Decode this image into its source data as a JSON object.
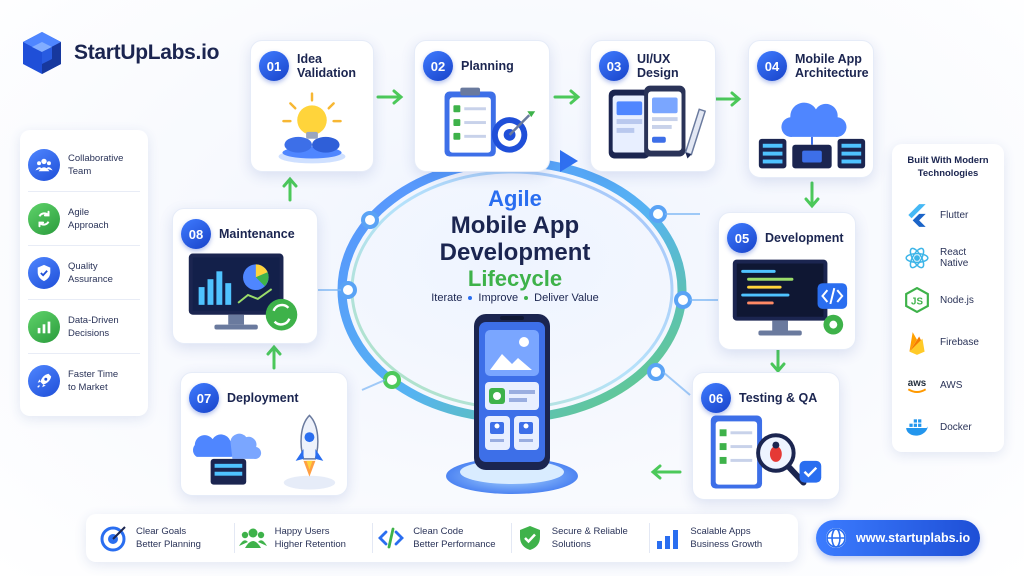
{
  "brand": {
    "name": "StartUpLabs.io"
  },
  "center": {
    "line1": "Agile",
    "line2": "Mobile App",
    "line3": "Development",
    "line4": "Lifecycle",
    "tagline": [
      "Iterate",
      "Improve",
      "Deliver Value"
    ]
  },
  "steps": [
    {
      "num": "01",
      "title": "Idea\nValidation"
    },
    {
      "num": "02",
      "title": "Planning"
    },
    {
      "num": "03",
      "title": "UI/UX\nDesign"
    },
    {
      "num": "04",
      "title": "Mobile App\nArchitecture"
    },
    {
      "num": "05",
      "title": "Development"
    },
    {
      "num": "06",
      "title": "Testing & QA"
    },
    {
      "num": "07",
      "title": "Deployment"
    },
    {
      "num": "08",
      "title": "Maintenance"
    }
  ],
  "left_panel": [
    {
      "label": "Collaborative\nTeam",
      "icon": "team-icon"
    },
    {
      "label": "Agile\nApproach",
      "icon": "cycle-icon"
    },
    {
      "label": "Quality\nAssurance",
      "icon": "shield-check-icon"
    },
    {
      "label": "Data-Driven\nDecisions",
      "icon": "bar-chart-icon"
    },
    {
      "label": "Faster Time\nto Market",
      "icon": "rocket-icon"
    }
  ],
  "right_panel": {
    "title": "Built With Modern\nTechnologies",
    "items": [
      {
        "label": "Flutter",
        "icon": "flutter-icon"
      },
      {
        "label": "React Native",
        "icon": "react-icon"
      },
      {
        "label": "Node.js",
        "icon": "nodejs-icon"
      },
      {
        "label": "Firebase",
        "icon": "firebase-icon"
      },
      {
        "label": "AWS",
        "icon": "aws-icon"
      },
      {
        "label": "Docker",
        "icon": "docker-icon"
      }
    ]
  },
  "footer": [
    {
      "label": "Clear Goals\nBetter Planning",
      "icon": "target-icon"
    },
    {
      "label": "Happy Users\nHigher Retention",
      "icon": "users-icon"
    },
    {
      "label": "Clean Code\nBetter Performance",
      "icon": "code-icon"
    },
    {
      "label": "Secure & Reliable\nSolutions",
      "icon": "shield-icon"
    },
    {
      "label": "Scalable Apps\nBusiness Growth",
      "icon": "growth-chart-icon"
    }
  ],
  "website": "www.startuplabs.io",
  "colors": {
    "primary_blue": "#2a6ef0",
    "accent_green": "#3eb24a",
    "navy": "#1b2550"
  }
}
